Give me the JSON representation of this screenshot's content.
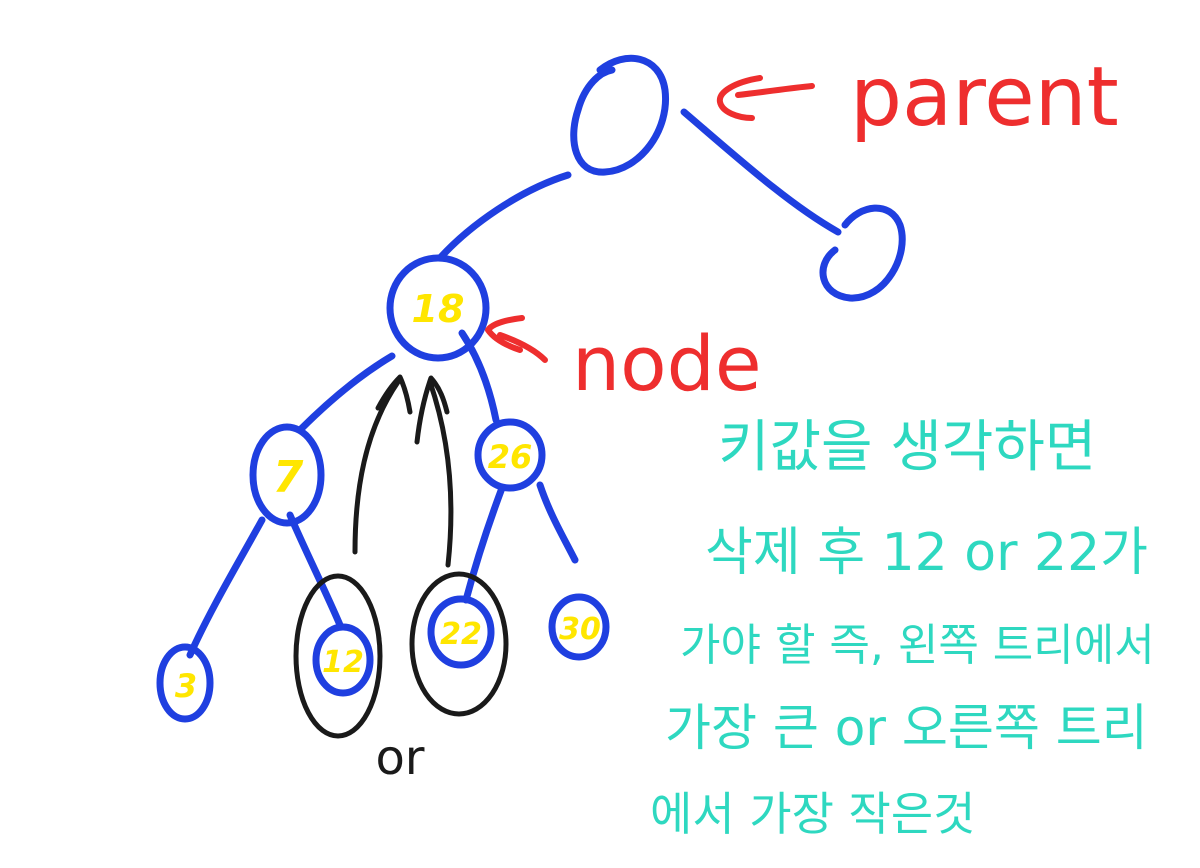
{
  "labels": {
    "parent": "parent",
    "node": "node",
    "or": "or"
  },
  "nodes": [
    {
      "id": "parent",
      "value": ""
    },
    {
      "id": "parent-right",
      "value": ""
    },
    {
      "id": "n18",
      "value": "18"
    },
    {
      "id": "n7",
      "value": "7"
    },
    {
      "id": "n26",
      "value": "26"
    },
    {
      "id": "n3",
      "value": "3"
    },
    {
      "id": "n12",
      "value": "12"
    },
    {
      "id": "n22",
      "value": "22"
    },
    {
      "id": "n30",
      "value": "30"
    }
  ],
  "note": {
    "lines": [
      "키값을 생각하면",
      "삭제 후 12 or 22가",
      "가야 할 즉, 왼쪽 트리에서",
      "가장 큰 or 오른쪽 트리",
      "에서 가장 작은것"
    ]
  },
  "colors": {
    "tree": "#1f3fe0",
    "values": "#ffe600",
    "annotation": "#ee2e2e",
    "highlight": "#1a1a1a",
    "note": "#2ed8c0",
    "background": "#ffffff"
  }
}
